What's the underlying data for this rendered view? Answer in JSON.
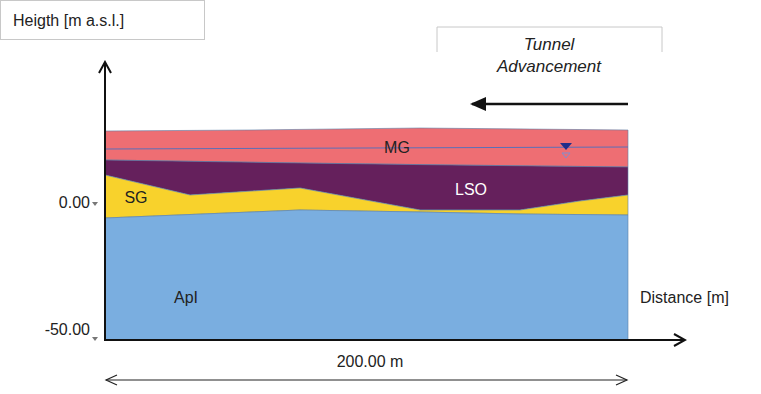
{
  "diagram": {
    "nodes": [
      {
        "text": [
          "Heigth [m a.s.l.]"
        ]
      },
      {
        "text": [
          "Tunnel Advancement"
        ]
      },
      {
        "text": [
          "MG"
        ]
      },
      {
        "text": [
          "LSO"
        ]
      },
      {
        "text": [
          "SG"
        ]
      },
      {
        "text": [
          "ApI"
        ]
      }
    ],
    "labels": [
      "0.00",
      "-50.00",
      "Distance [m]",
      "200.00 m"
    ]
  }
}
